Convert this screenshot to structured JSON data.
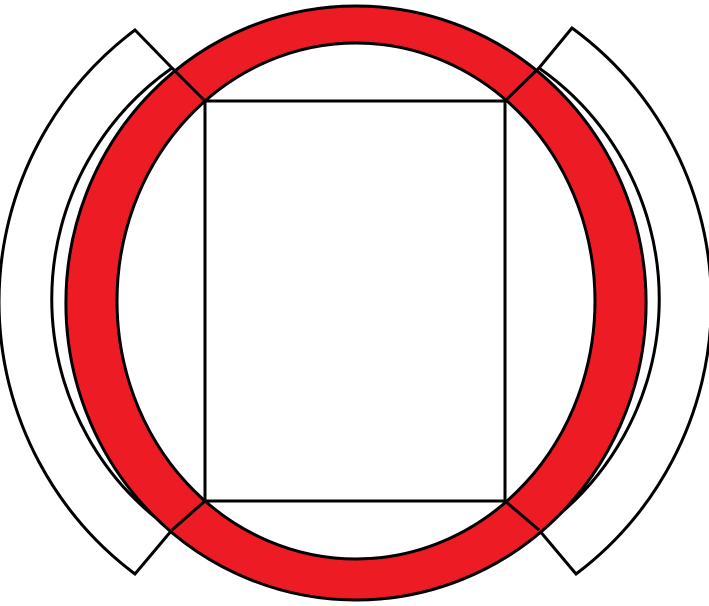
{
  "diagram": {
    "shapes": [
      "left-arc-band",
      "right-arc-band",
      "red-ring",
      "inscribed-rectangle"
    ]
  },
  "colors": {
    "background": "#ffffff",
    "ring_fill": "#ed1c24",
    "stroke": "#000000"
  }
}
